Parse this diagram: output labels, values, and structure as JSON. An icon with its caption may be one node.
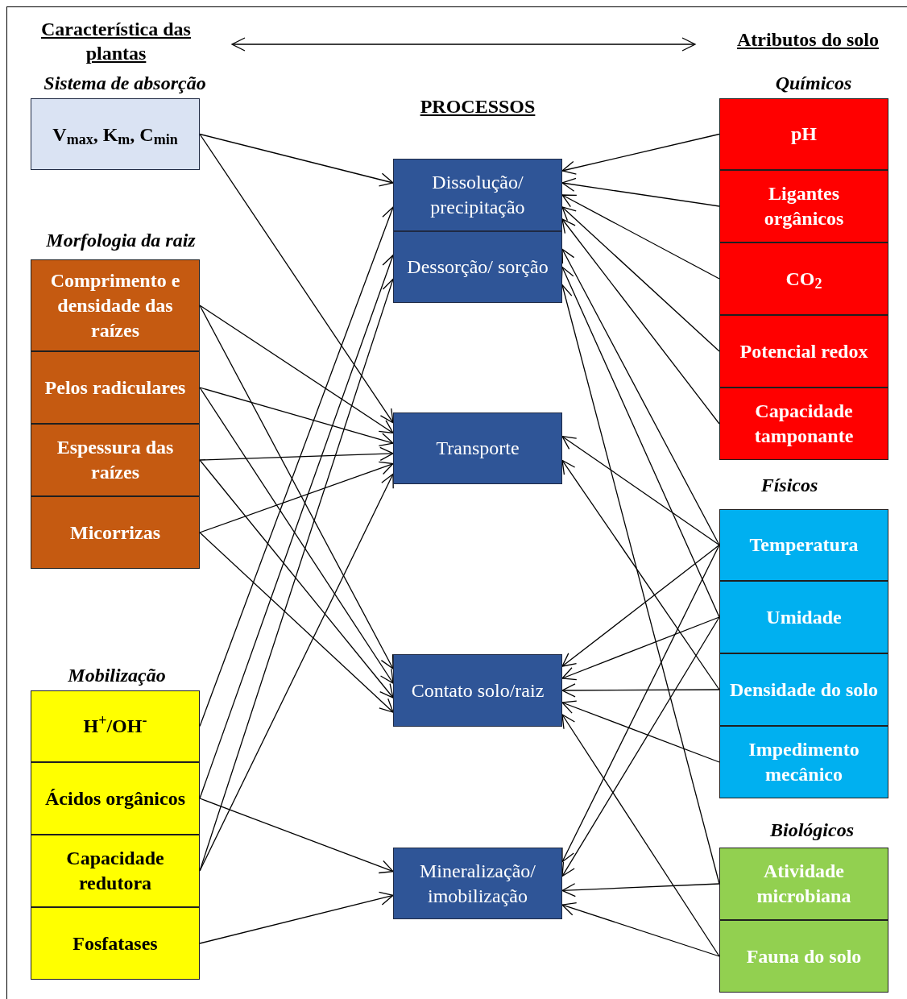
{
  "diagram": {
    "nodes": [
      {
        "text": [
          "Característica das plantas"
        ]
      },
      {
        "text": [
          "Atributos do solo"
        ]
      },
      {
        "text": [
          "V$_{max}$, K$_{m}$, C$_{min}$"
        ]
      },
      {
        "text": [
          "Comprimento e densidade das raízes"
        ]
      },
      {
        "text": [
          "Pelos radiculares"
        ]
      },
      {
        "text": [
          "Espessura das raízes"
        ]
      },
      {
        "text": [
          "Micorrizas"
        ]
      },
      {
        "text": [
          "H$^{+}$/OH$^{-}$"
        ]
      },
      {
        "text": [
          "Ácidos orgânicos"
        ]
      },
      {
        "text": [
          "Capacidade redutora"
        ]
      },
      {
        "text": [
          "Fosfatases"
        ]
      },
      {
        "text": [
          "Dissolução/ precipitação"
        ]
      },
      {
        "text": [
          "Dessorção/ sorção"
        ]
      },
      {
        "text": [
          "Transporte"
        ]
      },
      {
        "text": [
          "Contato solo/raiz"
        ]
      },
      {
        "text": [
          "Mineralização/ imobilização"
        ]
      },
      {
        "text": [
          "pH"
        ]
      },
      {
        "text": [
          "Ligantes orgânicos"
        ]
      },
      {
        "text": [
          "CO$_{2}$"
        ]
      },
      {
        "text": [
          "Potencial redox"
        ]
      },
      {
        "text": [
          "Capacidade tamponante"
        ]
      },
      {
        "text": [
          "Temperatura"
        ]
      },
      {
        "text": [
          "Umidade"
        ]
      },
      {
        "text": [
          "Densidade do solo"
        ]
      },
      {
        "text": [
          "Impedimento mecânico"
        ]
      },
      {
        "text": [
          "Atividade microbiana"
        ]
      },
      {
        "text": [
          "Fauna do solo"
        ]
      }
    ],
    "edges": [
      {
        "from": 0,
        "to": 1,
        "arrow": "both"
      },
      {
        "from": 2,
        "to": 11,
        "arrow": "to"
      },
      {
        "from": 2,
        "to": 13,
        "arrow": "to"
      },
      {
        "from": 3,
        "to": 13,
        "arrow": "to"
      },
      {
        "from": 3,
        "to": 14,
        "arrow": "to"
      },
      {
        "from": 4,
        "to": 13,
        "arrow": "to"
      },
      {
        "from": 4,
        "to": 14,
        "arrow": "to"
      },
      {
        "from": 5,
        "to": 13,
        "arrow": "to"
      },
      {
        "from": 5,
        "to": 14,
        "arrow": "to"
      },
      {
        "from": 6,
        "to": 13,
        "arrow": "to"
      },
      {
        "from": 6,
        "to": 14,
        "arrow": "to"
      },
      {
        "from": 7,
        "to": 11,
        "arrow": "to"
      },
      {
        "from": 8,
        "to": 12,
        "arrow": "to"
      },
      {
        "from": 8,
        "to": 15,
        "arrow": "to"
      },
      {
        "from": 9,
        "to": 12,
        "arrow": "to"
      },
      {
        "from": 9,
        "to": 13,
        "arrow": "to"
      },
      {
        "from": 10,
        "to": 15,
        "arrow": "to"
      },
      {
        "from": 16,
        "to": 11,
        "arrow": "to"
      },
      {
        "from": 17,
        "to": 11,
        "arrow": "to"
      },
      {
        "from": 18,
        "to": 11,
        "arrow": "to"
      },
      {
        "from": 19,
        "to": 11,
        "arrow": "to"
      },
      {
        "from": 20,
        "to": 11,
        "arrow": "to"
      },
      {
        "from": 21,
        "to": 12,
        "arrow": "to"
      },
      {
        "from": 21,
        "to": 13,
        "arrow": "to"
      },
      {
        "from": 21,
        "to": 14,
        "arrow": "to"
      },
      {
        "from": 21,
        "to": 15,
        "arrow": "to"
      },
      {
        "from": 22,
        "to": 12,
        "arrow": "to"
      },
      {
        "from": 22,
        "to": 14,
        "arrow": "to"
      },
      {
        "from": 22,
        "to": 15,
        "arrow": "to"
      },
      {
        "from": 23,
        "to": 13,
        "arrow": "to"
      },
      {
        "from": 23,
        "to": 14,
        "arrow": "to"
      },
      {
        "from": 24,
        "to": 14,
        "arrow": "to"
      },
      {
        "from": 25,
        "to": 12,
        "arrow": "to"
      },
      {
        "from": 25,
        "to": 15,
        "arrow": "to"
      },
      {
        "from": 26,
        "to": 14,
        "arrow": "to"
      },
      {
        "from": 26,
        "to": 15,
        "arrow": "to"
      }
    ],
    "labels": [
      "Sistema de absorção",
      "PROCESSOS",
      "Químicos",
      "Morfologia da raiz",
      "Físicos",
      "Mobilização",
      "Biológicos"
    ]
  }
}
